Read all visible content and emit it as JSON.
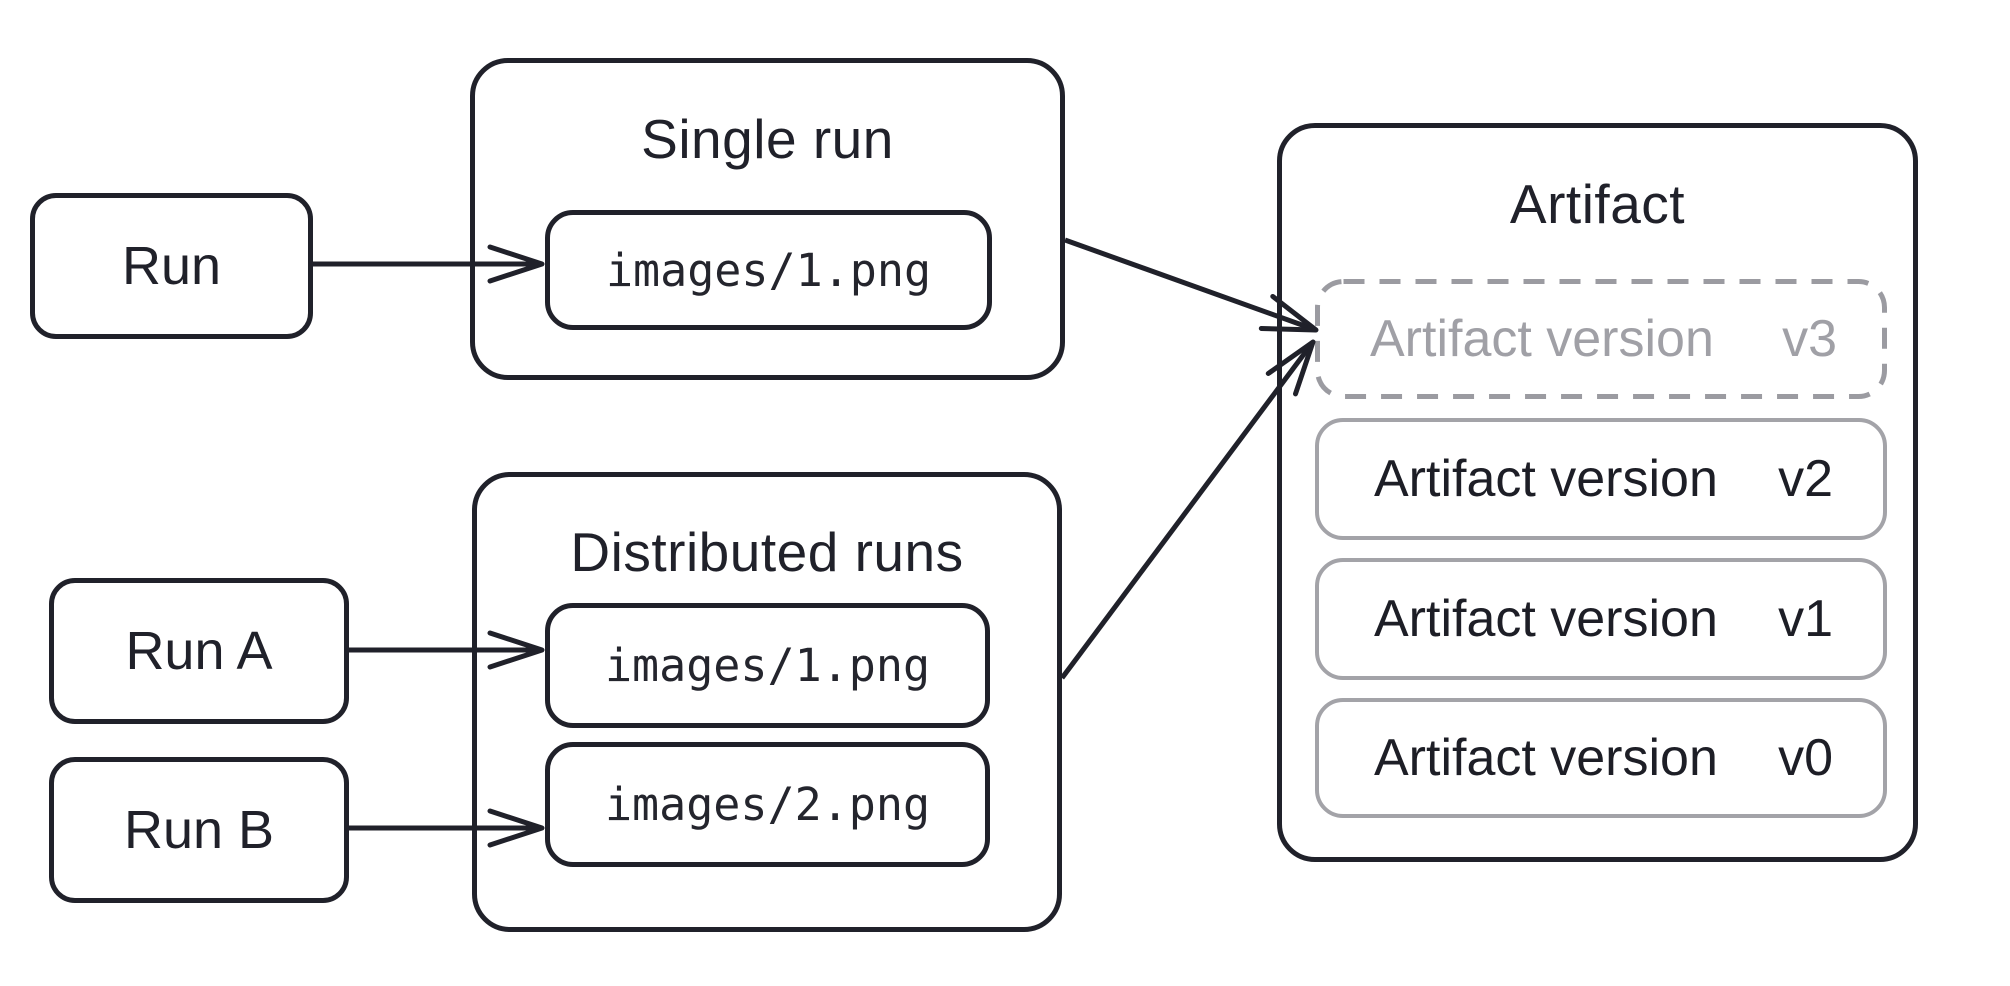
{
  "diagram": {
    "background": "#ffffff",
    "ink_color": "#20212a",
    "muted_border_color": "#a3a3a8",
    "muted_text_color": "#a0a0a6",
    "sources": {
      "single": {
        "label": "Run"
      },
      "distributed": [
        {
          "label": "Run A"
        },
        {
          "label": "Run B"
        }
      ]
    },
    "single_run_group": {
      "title": "Single run",
      "files": [
        {
          "path": "images/1.png"
        }
      ]
    },
    "distributed_runs_group": {
      "title": "Distributed runs",
      "files": [
        {
          "path": "images/1.png"
        },
        {
          "path": "images/2.png"
        }
      ]
    },
    "artifact_panel": {
      "title": "Artifact",
      "versions": [
        {
          "label": "Artifact version",
          "version": "v3",
          "state": "incoming"
        },
        {
          "label": "Artifact version",
          "version": "v2",
          "state": "saved"
        },
        {
          "label": "Artifact version",
          "version": "v1",
          "state": "saved"
        },
        {
          "label": "Artifact version",
          "version": "v0",
          "state": "saved"
        }
      ]
    }
  }
}
